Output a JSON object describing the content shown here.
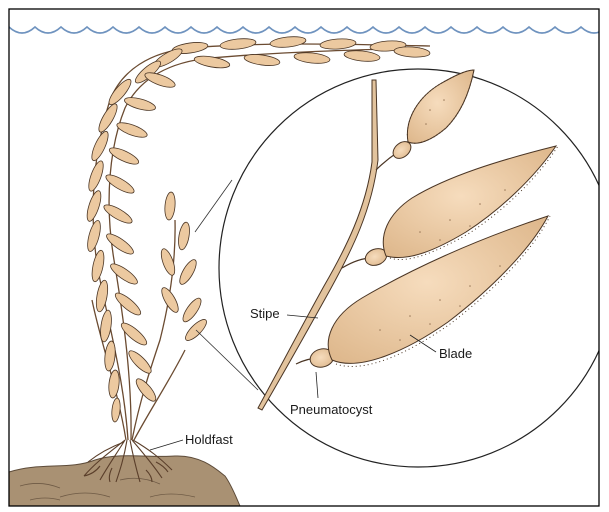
{
  "figure": {
    "labels": {
      "stipe": "Stipe",
      "blade": "Blade",
      "pneumatocyst": "Pneumatocyst",
      "holdfast": "Holdfast"
    }
  },
  "colors": {
    "frame": "#000000",
    "water_line": "#6f93bf",
    "blade_fill": "#ecc9a0",
    "blade_stroke": "#4a3524",
    "stipe_fill": "#e2c39d",
    "rock": "#a99173",
    "rock_dark": "#6e5a45",
    "background": "#ffffff"
  }
}
